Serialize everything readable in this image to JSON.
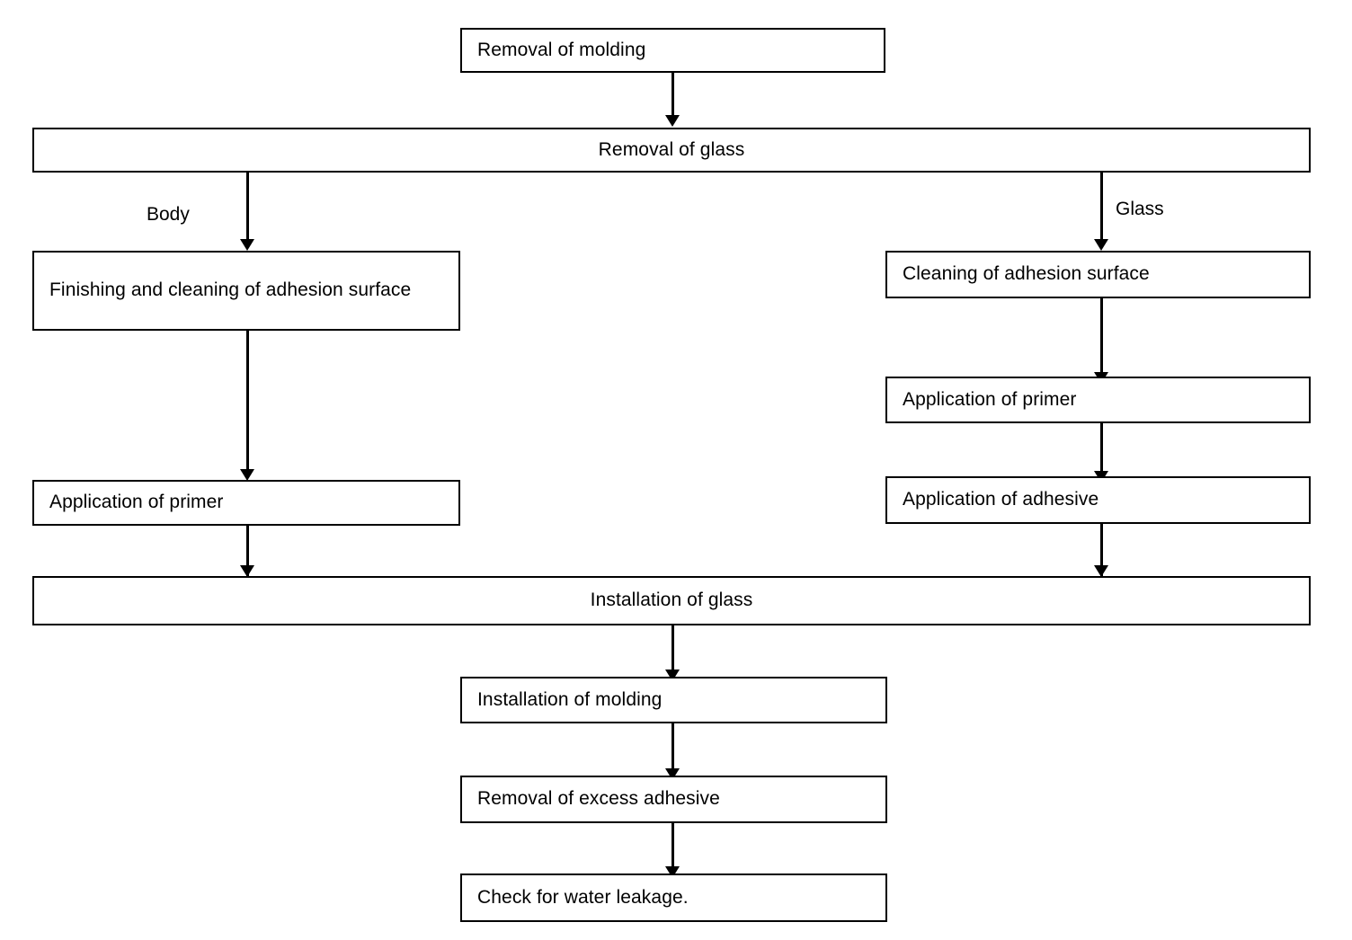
{
  "diagram": {
    "title": "Windshield glass replacement procedure flowchart",
    "stroke_color": "#000000",
    "background_color": "#ffffff",
    "nodes": [
      {
        "id": "removal-of-molding",
        "label": "Removal of molding"
      },
      {
        "id": "removal-of-glass",
        "label": "Removal of glass"
      },
      {
        "id": "finishing-cleaning",
        "label": "Finishing and cleaning of adhesion surface"
      },
      {
        "id": "body-primer",
        "label": "Application of primer"
      },
      {
        "id": "cleaning-adhesion",
        "label": "Cleaning of adhesion surface"
      },
      {
        "id": "glass-primer",
        "label": "Application of primer"
      },
      {
        "id": "glass-adhesive",
        "label": "Application of adhesive"
      },
      {
        "id": "installation-of-glass",
        "label": "Installation of glass"
      },
      {
        "id": "installation-of-molding",
        "label": "Installation of molding"
      },
      {
        "id": "removal-excess-adhesive",
        "label": "Removal of excess adhesive"
      },
      {
        "id": "check-water-leakage",
        "label": "Check for water leakage."
      }
    ],
    "branch_labels": [
      {
        "id": "body",
        "label": "Body"
      },
      {
        "id": "glass",
        "label": "Glass"
      }
    ]
  }
}
